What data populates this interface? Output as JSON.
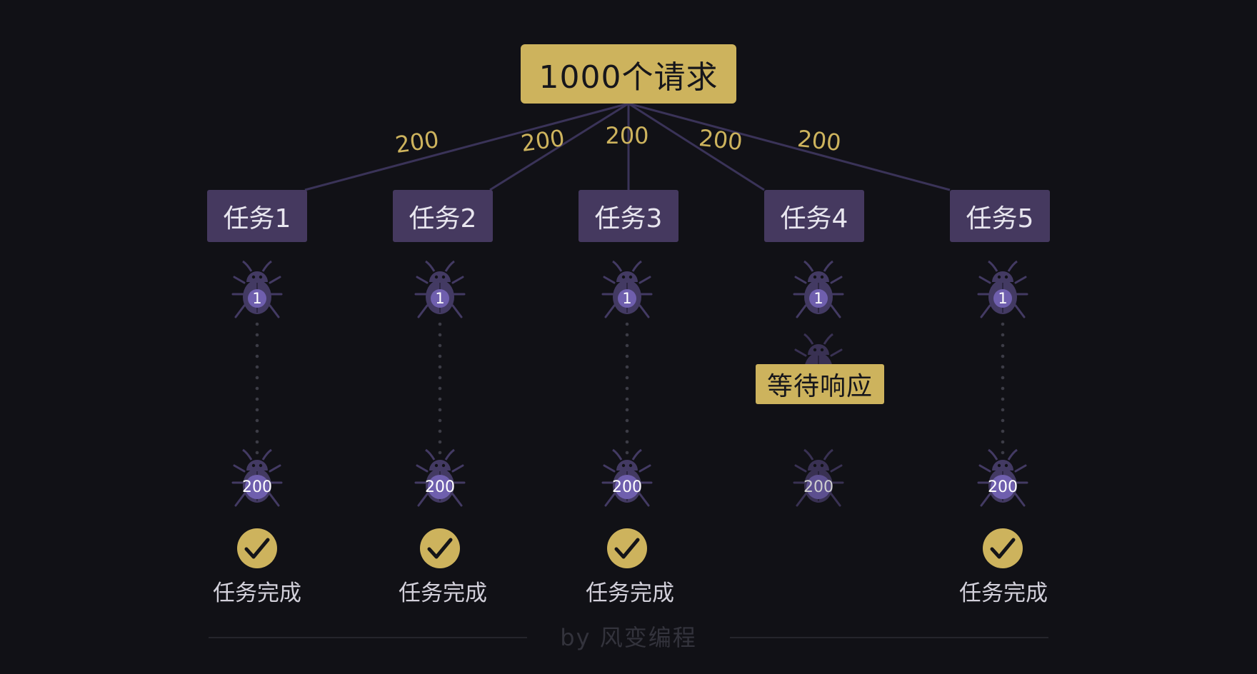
{
  "root": {
    "label": "1000个请求"
  },
  "tasks": [
    {
      "label": "任务1",
      "edge_label": "200",
      "start_badge": "1",
      "end_badge": "200",
      "status": "done",
      "done_label": "任务完成"
    },
    {
      "label": "任务2",
      "edge_label": "200",
      "start_badge": "1",
      "end_badge": "200",
      "status": "done",
      "done_label": "任务完成"
    },
    {
      "label": "任务3",
      "edge_label": "200",
      "start_badge": "1",
      "end_badge": "200",
      "status": "done",
      "done_label": "任务完成"
    },
    {
      "label": "任务4",
      "edge_label": "200",
      "start_badge": "1",
      "end_badge": "200",
      "status": "waiting",
      "waiting_label": "等待响应"
    },
    {
      "label": "任务5",
      "edge_label": "200",
      "start_badge": "1",
      "end_badge": "200",
      "status": "done",
      "done_label": "任务完成"
    }
  ],
  "footer": {
    "credit": "by 风变编程"
  },
  "colors": {
    "background": "#111116",
    "gold": "#cdb35d",
    "task_box": "#45395f",
    "bug": "#433a63",
    "badge": "#6f5fae",
    "connector": "#3a3358"
  },
  "icons": {
    "bug": "bug-icon",
    "check": "check-circle-icon"
  }
}
